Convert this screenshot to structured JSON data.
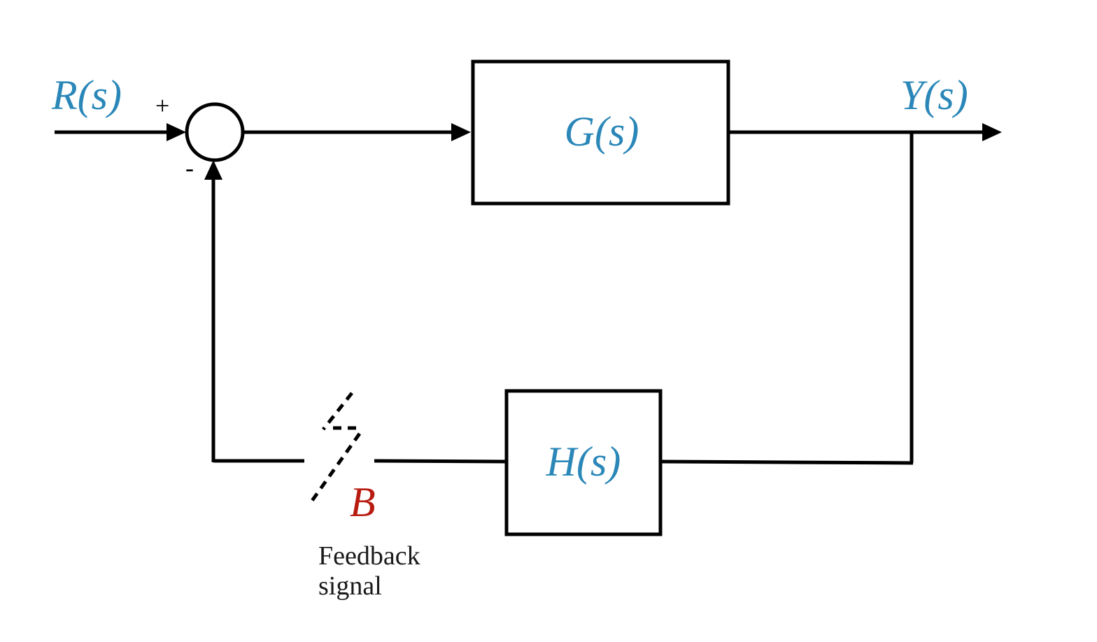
{
  "colors": {
    "signal": "#2a87b8",
    "switch_label": "#b81c10",
    "line": "#000000"
  },
  "signals": {
    "input": "R(s)",
    "output": "Y(s)"
  },
  "blocks": {
    "forward": "G(s)",
    "feedback": "H(s)"
  },
  "summing_junction": {
    "plus_sign": "+",
    "minus_sign": "-"
  },
  "switch": {
    "label": "B",
    "caption_line1": "Feedback",
    "caption_line2": "signal"
  }
}
